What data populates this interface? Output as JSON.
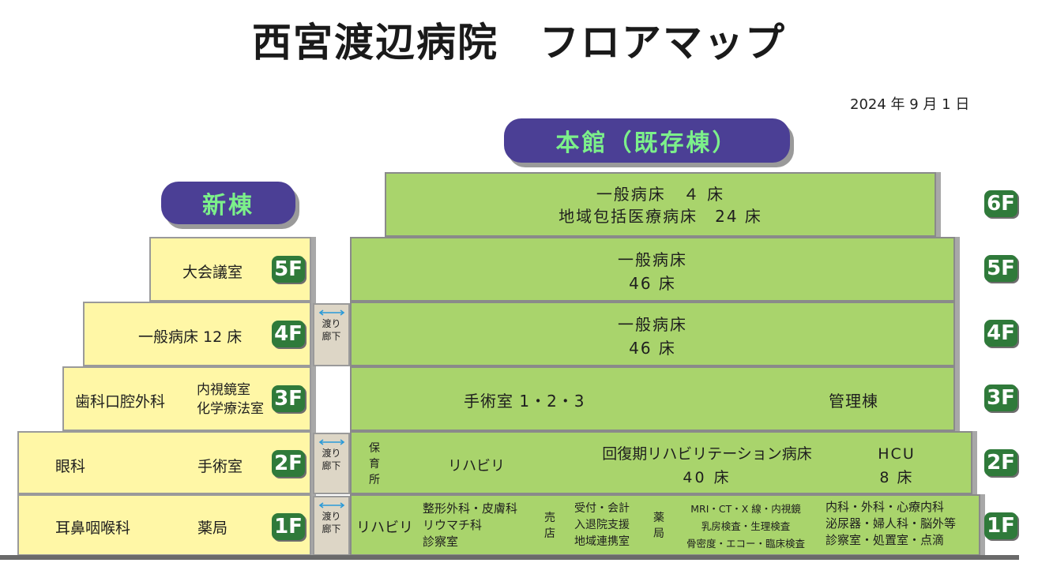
{
  "title": "西宮渡辺病院　フロアマップ",
  "date": "2024 年 9 月 1 日",
  "buildings": {
    "new": "新棟",
    "main": "本館（既存棟）"
  },
  "floors": [
    "6F",
    "5F",
    "4F",
    "3F",
    "2F",
    "1F"
  ],
  "new_building": {
    "f5": [
      "大会議室"
    ],
    "f4": [
      "一般病床 12 床"
    ],
    "f3": [
      "歯科口腔外科",
      "内視鏡室",
      "化学療法室"
    ],
    "f2": [
      "眼科",
      "手術室"
    ],
    "f1": [
      "耳鼻咽喉科",
      "薬局"
    ]
  },
  "corridor": {
    "label_top": "渡り",
    "label_bottom": "廊下"
  },
  "main_building": {
    "f6": [
      "一般病床　４ 床",
      "地域包括医療病床　24 床"
    ],
    "f5": [
      "一般病床",
      "46 床"
    ],
    "f4": [
      "一般病床",
      "46 床"
    ],
    "f3": [
      "手術室 1・2・3",
      "管理棟"
    ],
    "f2": {
      "nursery": [
        "保",
        "育",
        "所"
      ],
      "rehab": "リハビリ",
      "recovery": [
        "回復期リハビリテーション病床",
        "40 床"
      ],
      "hcu": [
        "HCU",
        "8 床"
      ]
    },
    "f1": {
      "rehab": "リハビリ",
      "ortho": [
        "整形外科・皮膚科",
        "リウマチ科",
        "診察室"
      ],
      "shop": [
        "売",
        "店"
      ],
      "reception": [
        "受付・会計",
        "入退院支援",
        "地域連携室"
      ],
      "pharmacy": [
        "薬",
        "局"
      ],
      "exam": [
        "MRI・CT・X 線・内視鏡",
        "乳房検査・生理検査",
        "骨密度・エコー・臨床検査"
      ],
      "internal": [
        "内科・外科・心療内科",
        "泌尿器・婦人科・脳外等",
        "診察室・処置室・点滴"
      ]
    }
  },
  "colors": {
    "new_building": "#fff7a6",
    "main_building": "#a9d46c",
    "pill": "#4b3f95",
    "pill_text": "#7cf08a",
    "floor_tag": "#2f7a3a",
    "corridor": "#ddd6c6"
  }
}
